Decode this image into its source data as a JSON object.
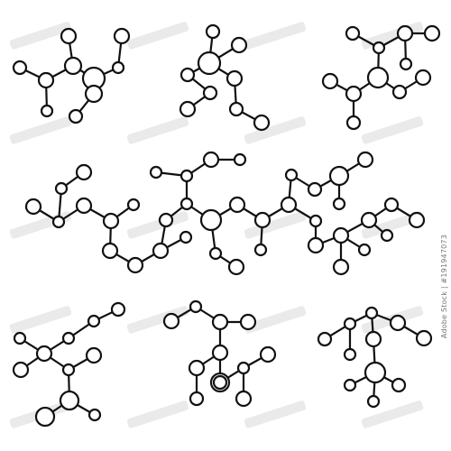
{
  "canvas": {
    "background_color": "#ffffff",
    "line_color": "#111111",
    "fill_color": "#ffffff",
    "watermark_color": "#d8d8d8"
  },
  "stock_id_text": "Adobe Stock | #191947073",
  "molecules": [
    {
      "name": "molecule-top-left"
    },
    {
      "name": "molecule-top-middle"
    },
    {
      "name": "molecule-top-right"
    },
    {
      "name": "molecule-center-wide"
    },
    {
      "name": "molecule-bottom-left"
    },
    {
      "name": "molecule-bottom-middle"
    },
    {
      "name": "molecule-bottom-right"
    }
  ]
}
